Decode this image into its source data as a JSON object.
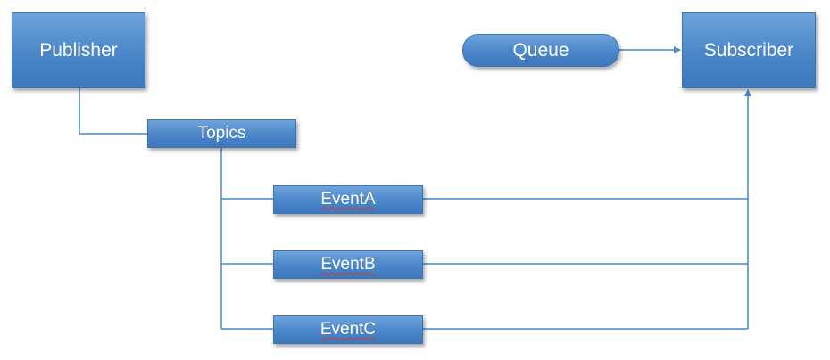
{
  "nodes": {
    "publisher": "Publisher",
    "subscriber": "Subscriber",
    "queue": "Queue",
    "topics": "Topics",
    "event_a": "EventA",
    "event_b": "EventB",
    "event_c": "EventC"
  },
  "colors": {
    "node_fill": "#4a86c8",
    "node_border": "#3b73b4",
    "connector": "#4a86c8",
    "spell_underline": "#d9342b"
  }
}
